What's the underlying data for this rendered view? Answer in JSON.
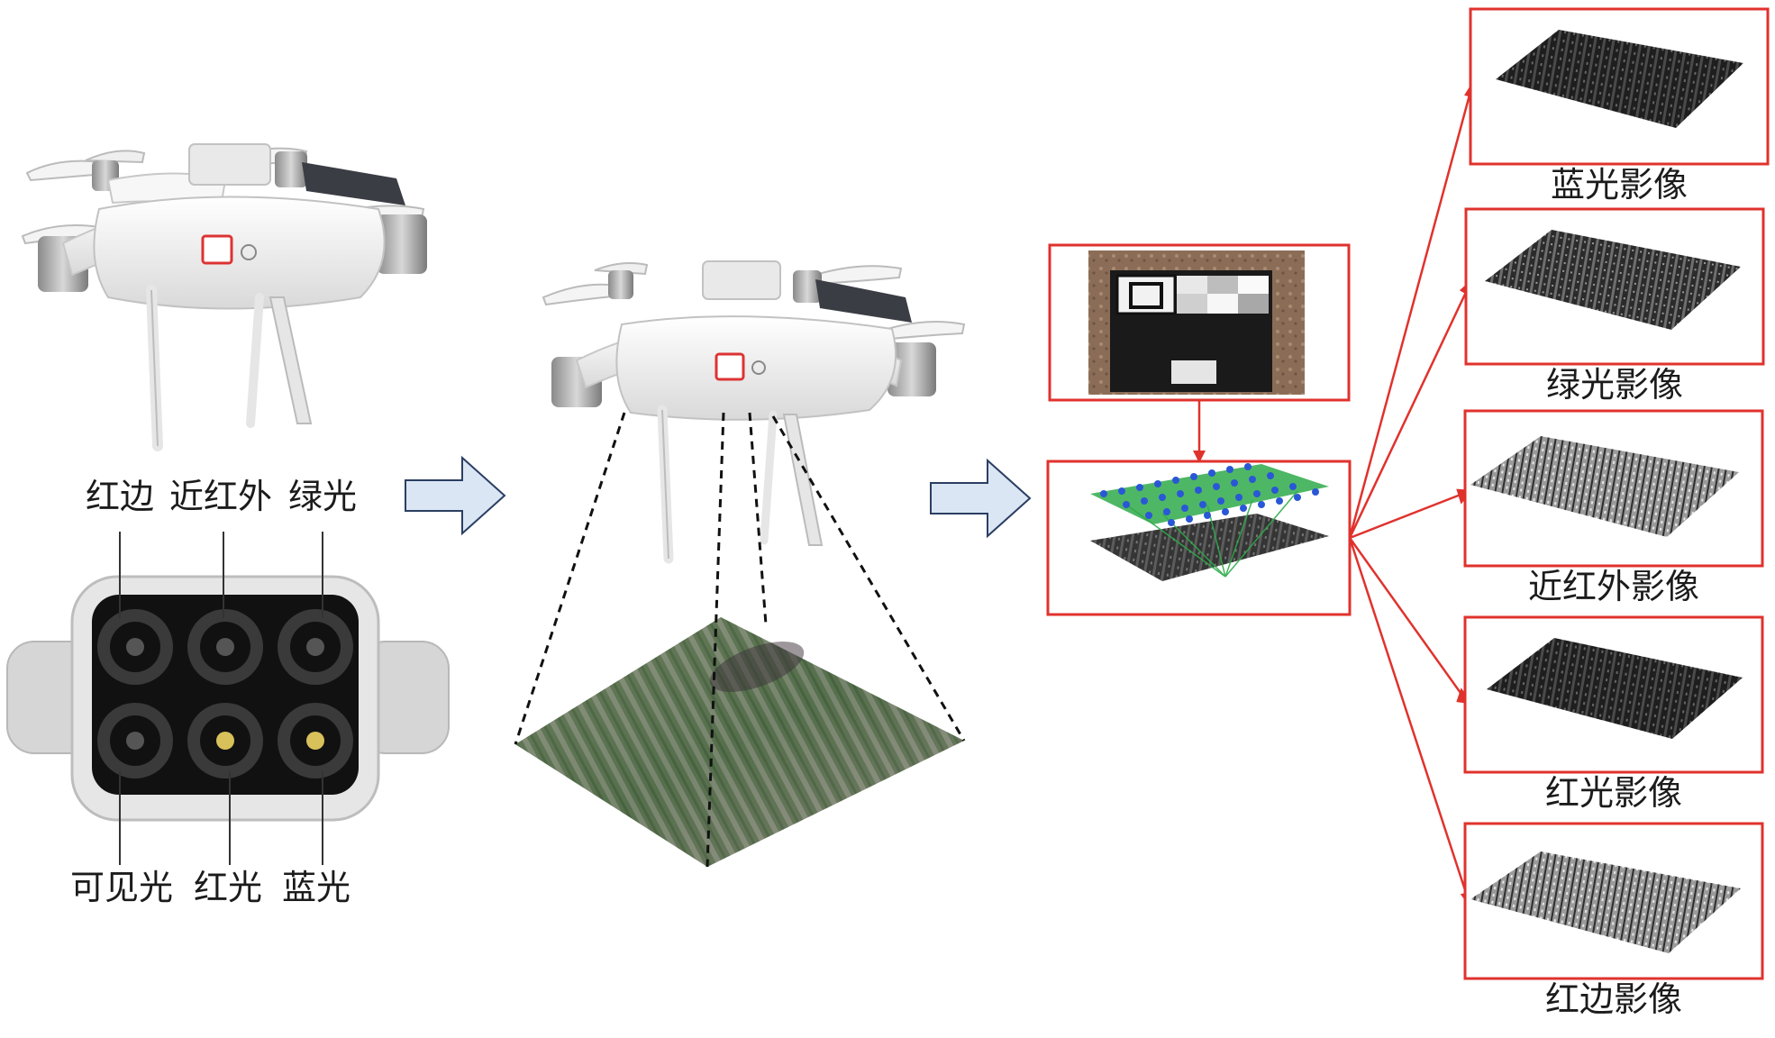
{
  "camera": {
    "top_labels": [
      "红边",
      "近红外",
      "绿光"
    ],
    "bottom_labels": [
      "可见光",
      "红光",
      "蓝光"
    ]
  },
  "bands": [
    {
      "label": "蓝光影像"
    },
    {
      "label": "绿光影像"
    },
    {
      "label": "近红外影像"
    },
    {
      "label": "红光影像"
    },
    {
      "label": "红边影像"
    }
  ],
  "colors": {
    "frame_red": "#e0322d",
    "arrow_fill": "#dbe6f4",
    "arrow_stroke": "#2b3f63",
    "drone_body": "#f2f2f2",
    "camera_body": "#dcdcdc",
    "cloud_green": "#2faa4a",
    "cloud_blue": "#2a57d6"
  },
  "icons": {
    "drone": "quadcopter-drone-icon",
    "camera": "multispectral-camera-icon",
    "flow": "block-arrow-right-icon"
  }
}
